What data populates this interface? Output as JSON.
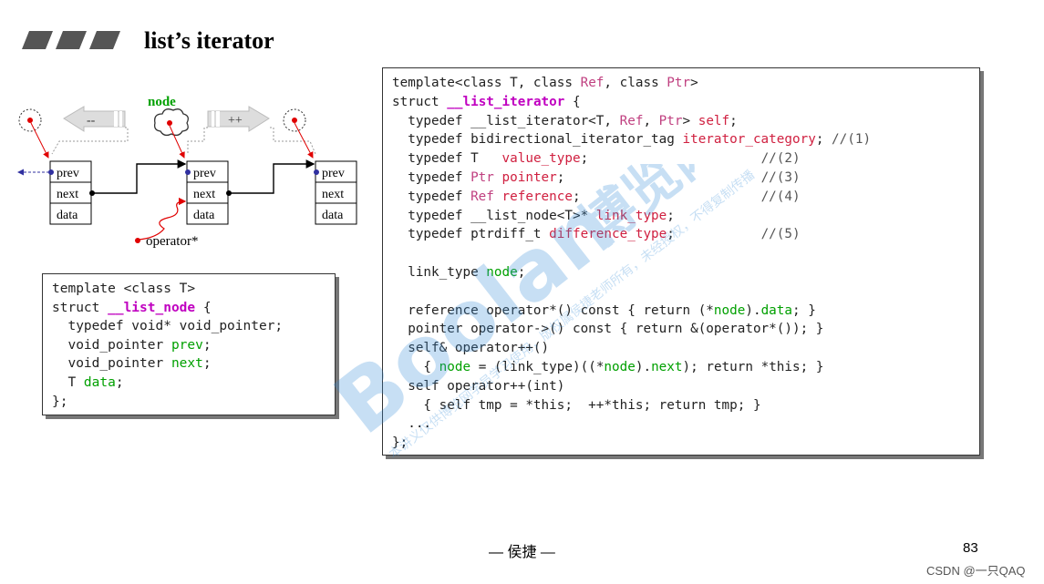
{
  "title": "list’s iterator",
  "diagram": {
    "node_label": "node",
    "dec_label": "--",
    "inc_label": "++",
    "operator_label": "operator*",
    "fields": [
      "prev",
      "next",
      "data"
    ]
  },
  "node_code": [
    "template <class T>",
    "struct __list_node {",
    "  typedef void* void_pointer;",
    "  void_pointer prev;",
    "  void_pointer next;",
    "  T data;",
    "};"
  ],
  "iterator_code": [
    "template<class T, class Ref, class Ptr>",
    "struct __list_iterator {",
    "  typedef __list_iterator<T, Ref, Ptr> self;",
    "  typedef bidirectional_iterator_tag iterator_category; //(1)",
    "  typedef T   value_type;                      //(2)",
    "  typedef Ptr pointer;                         //(3)",
    "  typedef Ref reference;                       //(4)",
    "  typedef __list_node<T>* link_type;",
    "  typedef ptrdiff_t difference_type;           //(5)",
    "",
    "  link_type node;",
    "",
    "  reference operator*() const { return (*node).data; }",
    "  pointer operator->() const { return &(operator*()); }",
    "  self& operator++()",
    "    { node = (link_type)((*node).next); return *this; }",
    "  self operator++(int)",
    "    { self tmp = *this;  ++*this; return tmp; }",
    "  ...",
    "};"
  ],
  "watermark": {
    "brand": "Boolan",
    "cn_brand": "博览网",
    "notice": "本讲义仅供博览网学员学习使用，版权属侯捷老师所有，未经授权，不得复制传播"
  },
  "footer": {
    "author": "— 侯捷 —",
    "page_number": "83",
    "csdn": "CSDN @一只QAQ"
  },
  "colors": {
    "keyword_magenta": "#c000c0",
    "type_pink": "#c04080",
    "ident_red": "#d02040",
    "member_green": "#00a000",
    "pointer_blue": "#3030a0",
    "arrow_red": "#e00000",
    "watermark_blue": "#3a8fd8"
  }
}
